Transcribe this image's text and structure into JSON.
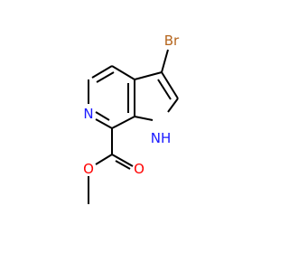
{
  "molecule": {
    "atoms": {
      "bromine": "Br",
      "pyrrole_nh": "NH",
      "pyridine_n": "N",
      "carbonyl_o": "O",
      "ester_o": "O"
    },
    "colors": {
      "bond": "#000000",
      "nitrogen": "#1a1aff",
      "oxygen": "#ff0000",
      "bromine": "#b5651d"
    }
  }
}
